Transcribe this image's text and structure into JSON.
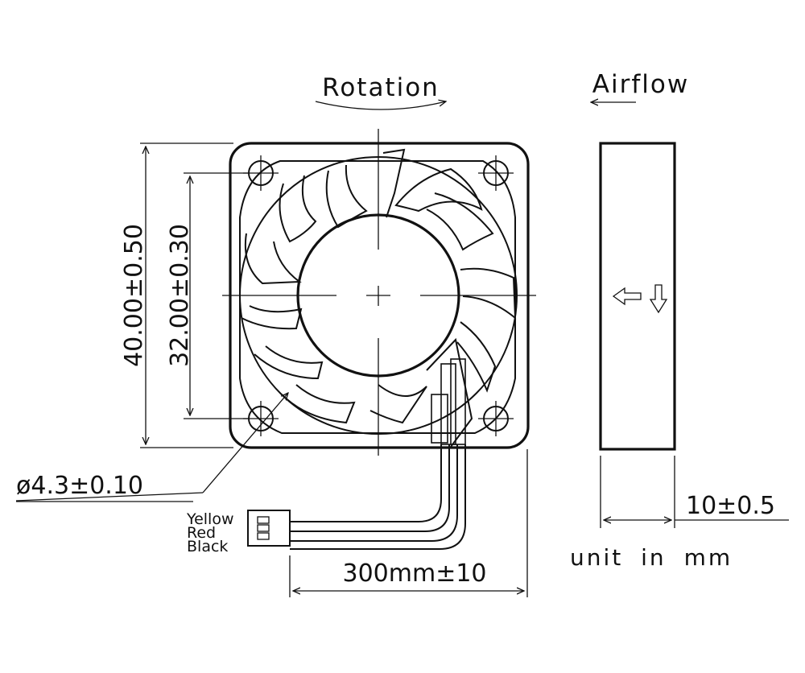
{
  "labels": {
    "rotation": "Rotation",
    "airflow": "Airflow",
    "dim_outer": "40.00±0.50",
    "dim_inner": "32.00±0.30",
    "hole_dia": "ø4.3±0.10",
    "thickness": "10±0.5",
    "cable_length": "300mm±10",
    "units": "unit in mm"
  },
  "wires": [
    "Yellow",
    "Red",
    "Black"
  ]
}
